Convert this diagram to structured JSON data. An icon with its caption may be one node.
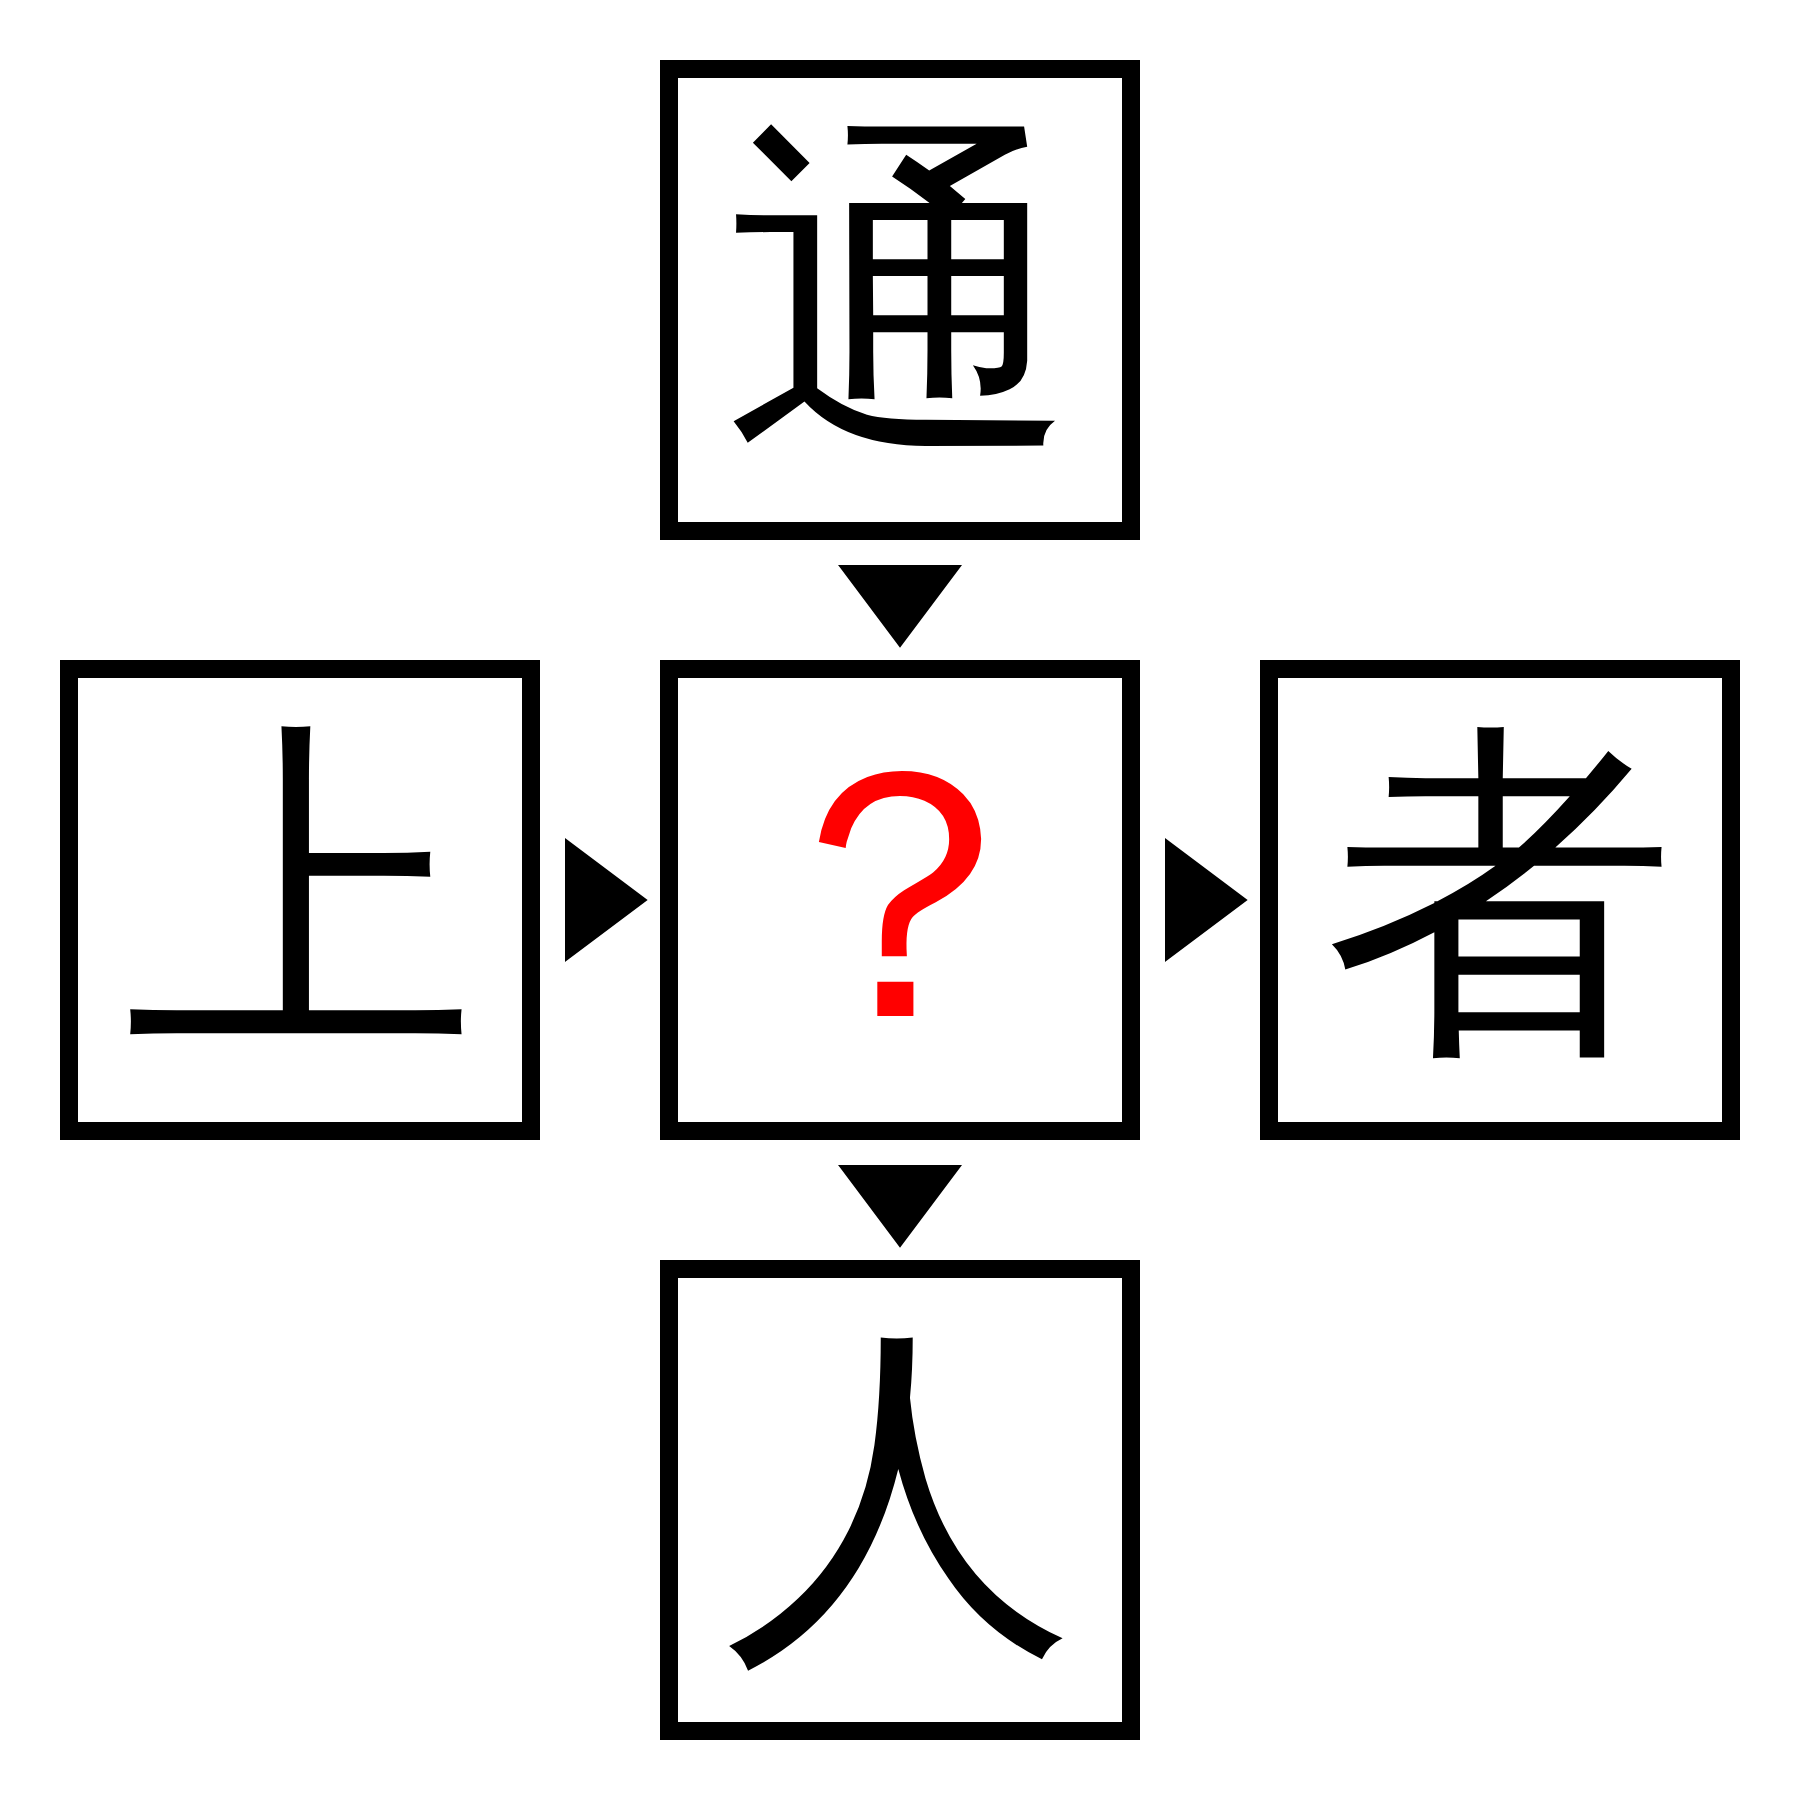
{
  "diagram": {
    "nodes": [
      {
        "text": [
          "通"
        ]
      },
      {
        "text": [
          "上"
        ]
      },
      {
        "text": [
          "？"
        ]
      },
      {
        "text": [
          "者"
        ]
      },
      {
        "text": [
          "人"
        ]
      }
    ],
    "edges": [
      {
        "from": 0,
        "to": 2,
        "arrow": "to"
      },
      {
        "from": 1,
        "to": 2,
        "arrow": "to"
      },
      {
        "from": 2,
        "to": 3,
        "arrow": "to"
      },
      {
        "from": 2,
        "to": 4,
        "arrow": "to"
      }
    ]
  }
}
